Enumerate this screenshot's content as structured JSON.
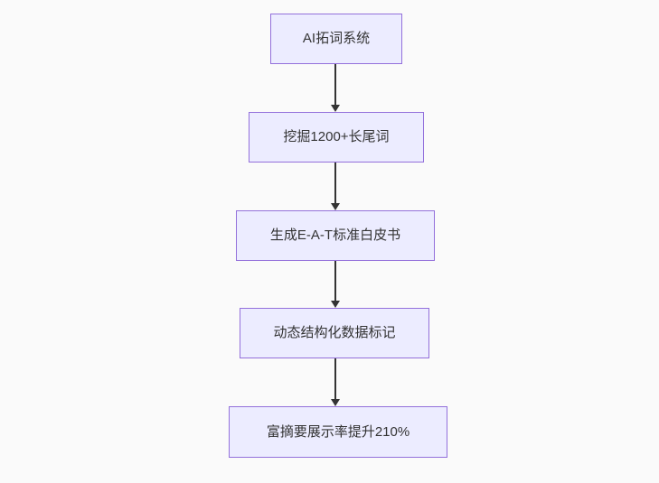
{
  "diagram": {
    "type": "flowchart",
    "direction": "top-down",
    "nodes": [
      {
        "label": "AI拓词系统"
      },
      {
        "label": "挖掘1200+长尾词"
      },
      {
        "label": "生成E-A-T标准白皮书"
      },
      {
        "label": "动态结构化数据标记"
      },
      {
        "label": "富摘要展示率提升210%"
      }
    ],
    "edges": [
      {
        "from": 0,
        "to": 1
      },
      {
        "from": 1,
        "to": 2
      },
      {
        "from": 2,
        "to": 3
      },
      {
        "from": 3,
        "to": 4
      }
    ],
    "colors": {
      "background": "#fafafa",
      "node_fill": "#ececff",
      "node_border": "#9370db",
      "text": "#333333",
      "arrow": "#333333"
    }
  }
}
